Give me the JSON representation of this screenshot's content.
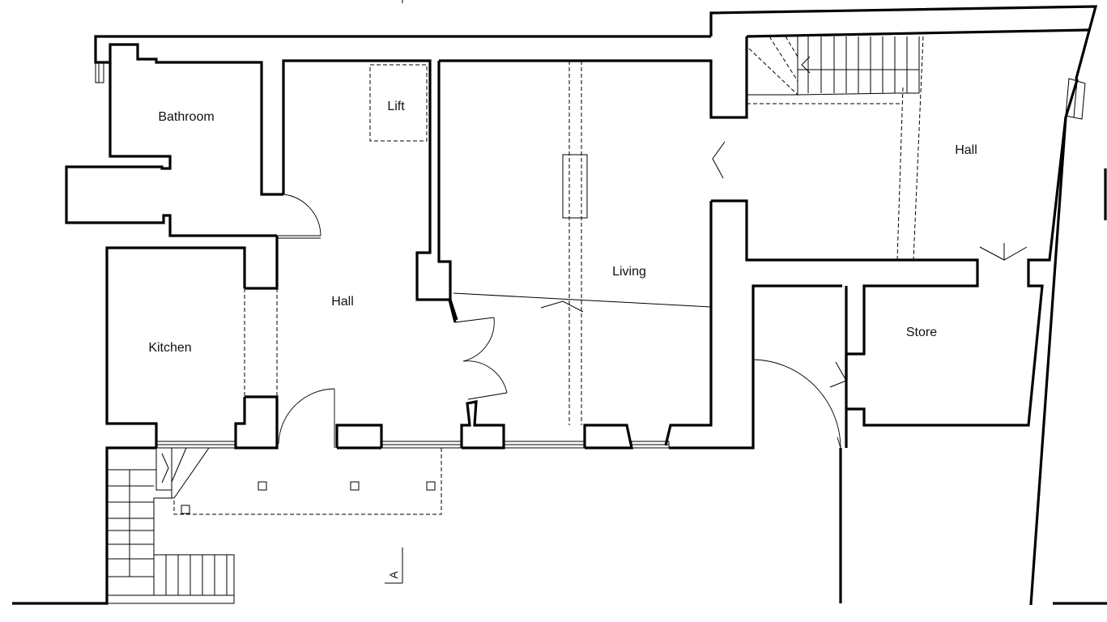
{
  "rooms": {
    "bathroom": "Bathroom",
    "lift": "Lift",
    "kitchen": "Kitchen",
    "hall_main": "Hall",
    "living": "Living",
    "hall_east": "Hall",
    "store": "Store"
  },
  "section_marker": "A"
}
